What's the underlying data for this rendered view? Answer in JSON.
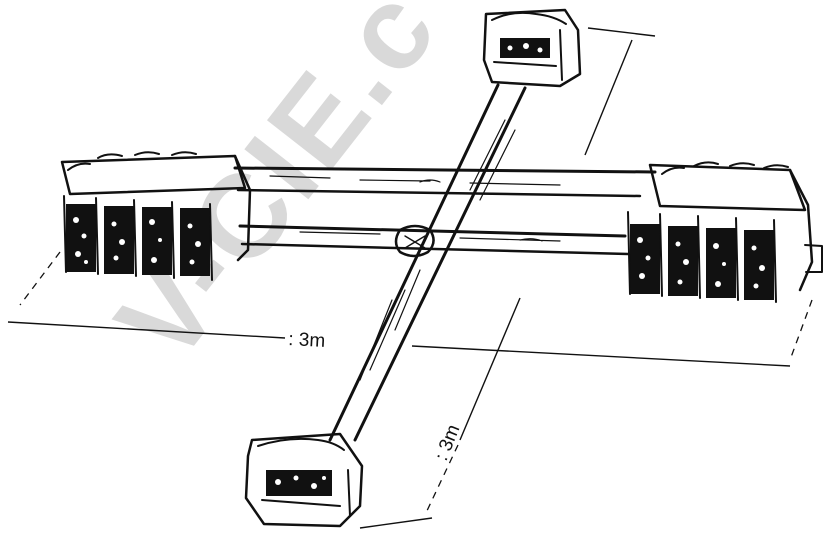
{
  "diagram": {
    "watermark": "V-CIE.c",
    "dimension_horizontal": ": 3m",
    "dimension_vertical": ": 3m"
  }
}
